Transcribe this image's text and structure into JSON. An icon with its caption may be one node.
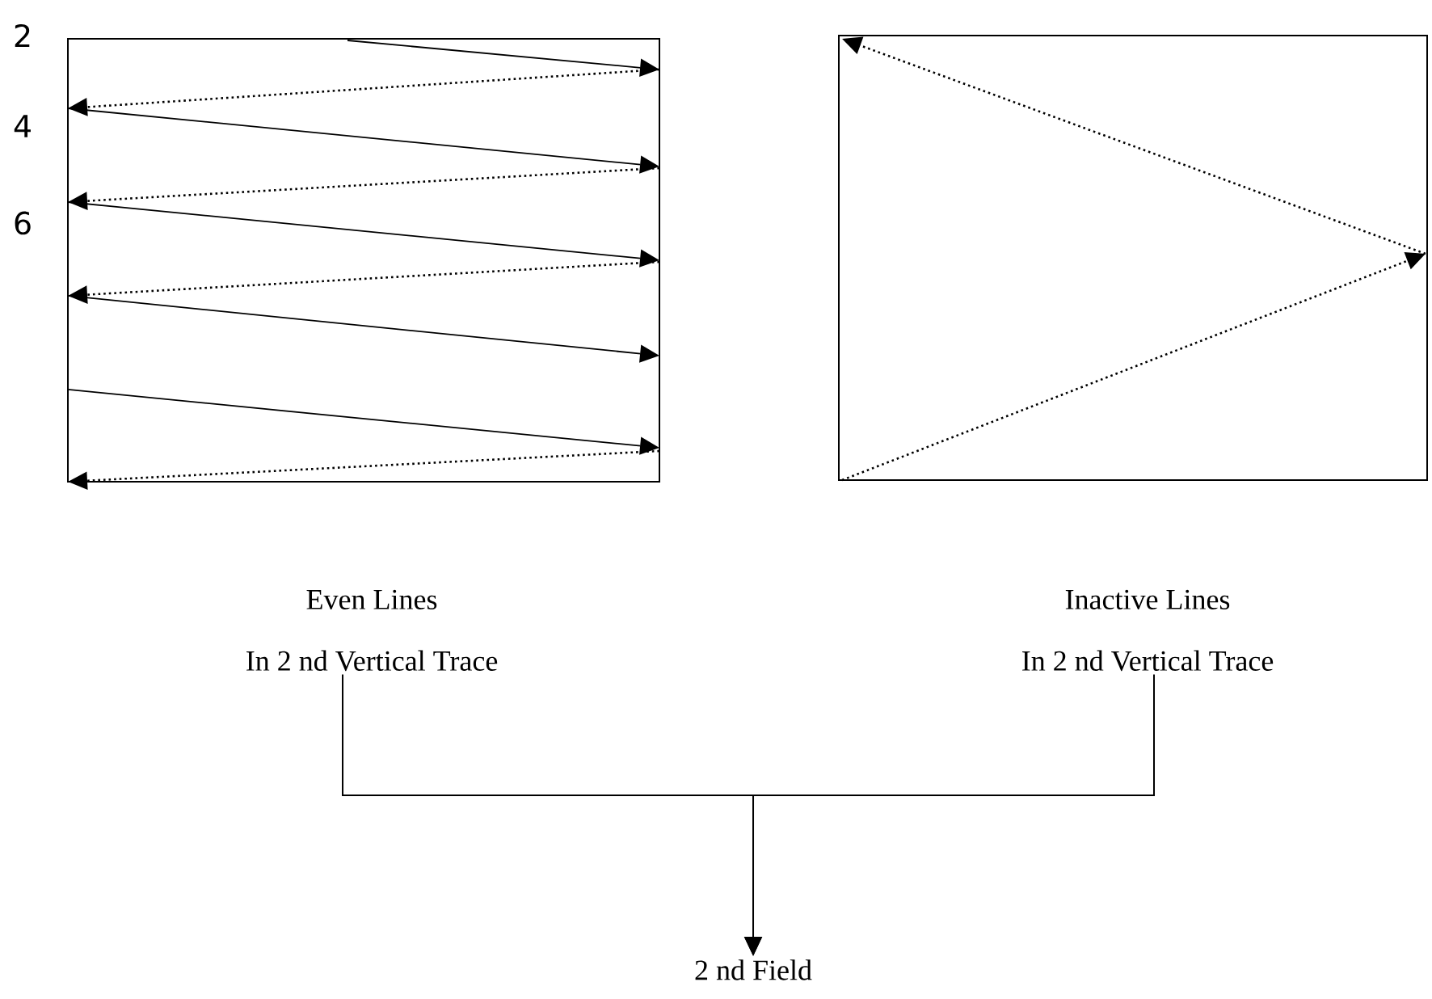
{
  "diagram": {
    "nodes": [
      {
        "text": [
          "Even Lines",
          "In 2 nd Vertical Trace"
        ]
      },
      {
        "text": [
          "Inactive Lines",
          "In 2 nd Vertical Trace"
        ]
      },
      {
        "text": [
          "2 nd Field"
        ]
      }
    ],
    "edges": [
      {
        "from": 0,
        "to": 2,
        "arrow": "to"
      },
      {
        "from": 1,
        "to": 2,
        "arrow": "to"
      }
    ],
    "labels": [
      "2",
      "4",
      "6"
    ]
  }
}
